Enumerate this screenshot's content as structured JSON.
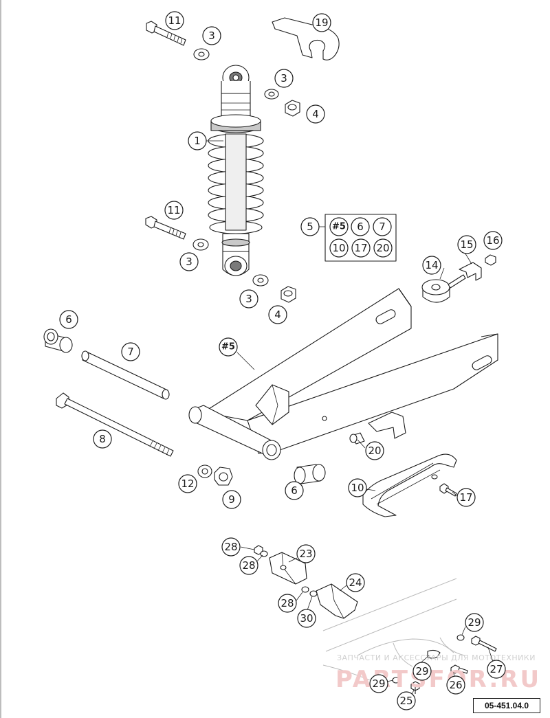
{
  "diagram": {
    "reference_code": "05-451.04.0",
    "watermark": {
      "text": "ЗАПЧАСТИ И АКСЕССУАРЫ ДЛЯ МОТОТЕХНИКИ",
      "logo": "PARTSFOR.RU"
    },
    "callouts": {
      "c11a": "11",
      "c3a": "3",
      "c19": "19",
      "c3b": "3",
      "c4a": "4",
      "c1": "1",
      "c5": "5",
      "g_h5": "#5",
      "g_6": "6",
      "g_7": "7",
      "g_10": "10",
      "g_17": "17",
      "g_20": "20",
      "c11b": "11",
      "c15": "15",
      "c16": "16",
      "c3c": "3",
      "c14": "14",
      "c3d": "3",
      "c4b": "4",
      "c6a": "6",
      "c7": "7",
      "ch5": "#5",
      "c8": "8",
      "c20": "20",
      "c12": "12",
      "c9": "9",
      "c6b": "6",
      "c10": "10",
      "c17": "17",
      "c28a": "28",
      "c28b": "28",
      "c23": "23",
      "c24": "24",
      "c28c": "28",
      "c30": "30",
      "c29a": "29",
      "c29b": "29",
      "c27": "27",
      "c29c": "29",
      "c26": "26",
      "c25": "25"
    }
  }
}
